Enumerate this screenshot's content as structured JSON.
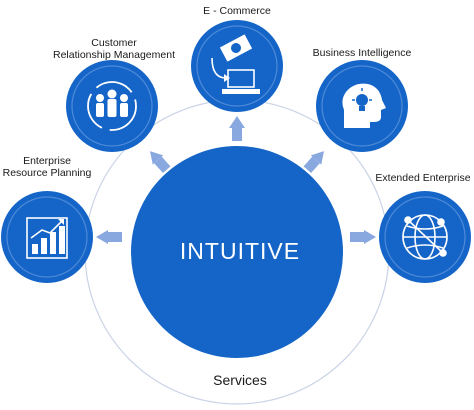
{
  "diagram": {
    "center_label": "INTUITIVE",
    "ring_label": "Services",
    "nodes": [
      {
        "id": "erp",
        "label_lines": [
          "Enterprise",
          "Resource Planning"
        ],
        "icon": "bar-chart-growth-icon"
      },
      {
        "id": "crm",
        "label_lines": [
          "Customer",
          "Relationship Management"
        ],
        "icon": "people-cycle-icon"
      },
      {
        "id": "ecommerce",
        "label_lines": [
          "E - Commerce"
        ],
        "icon": "money-to-laptop-icon"
      },
      {
        "id": "bi",
        "label_lines": [
          "Business Intelligence"
        ],
        "icon": "head-lightbulb-icon"
      },
      {
        "id": "extended",
        "label_lines": [
          "Extended Enterprise"
        ],
        "icon": "globe-network-icon"
      }
    ]
  },
  "colors": {
    "primary": "#1565c8",
    "node_ring": "#4d8ad8",
    "arrow": "#8aa8e0",
    "ring": "#c9d3e6",
    "text": "#1a1a1a",
    "white": "#ffffff"
  }
}
